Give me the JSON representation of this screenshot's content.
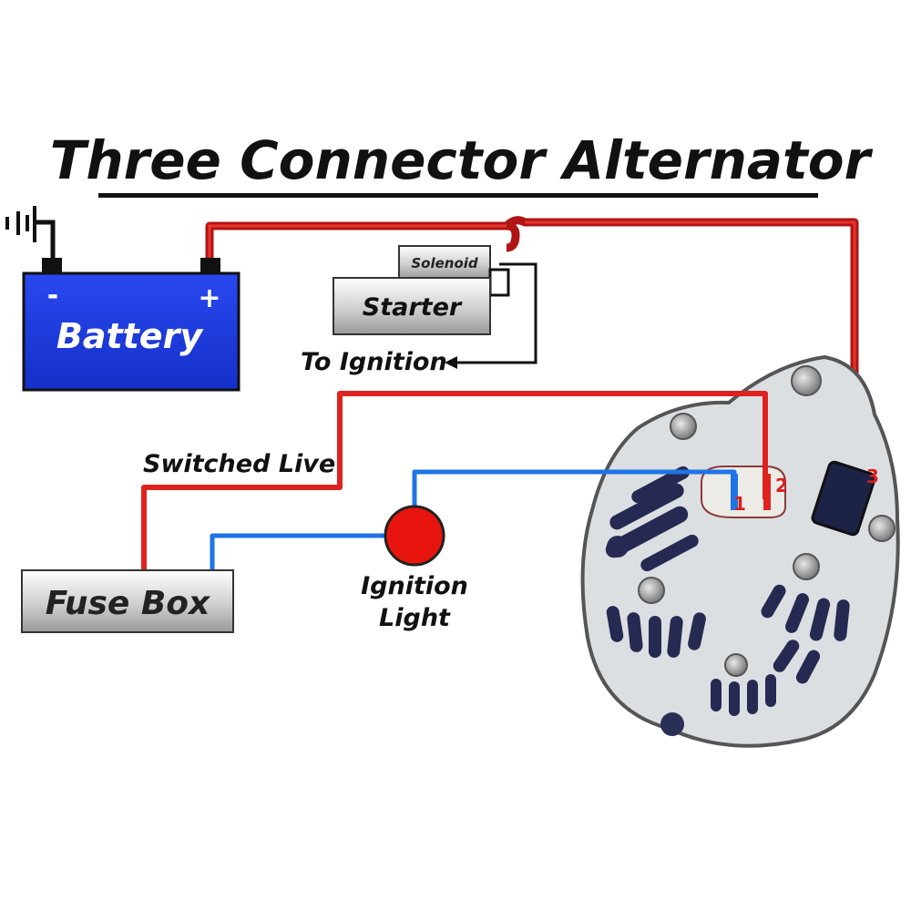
{
  "title": "Three Connector Alternator",
  "battery": {
    "label": "Battery",
    "neg": "-",
    "pos": "+"
  },
  "solenoid": {
    "label": "Solenoid"
  },
  "starter": {
    "label": "Starter"
  },
  "to_ignition": {
    "label": "To Ignition"
  },
  "switched_live": {
    "label": "Switched Live"
  },
  "fuse_box": {
    "label": "Fuse Box"
  },
  "ignition_light": {
    "line1": "Ignition",
    "line2": "Light"
  },
  "alternator": {
    "pin1": "1",
    "pin2": "2",
    "pin3": "3"
  },
  "colors": {
    "live_wire": "#e0221f",
    "signal_wire": "#1f74e6",
    "battery_body": "#1e3ee8",
    "ignition_lamp": "#e8150f",
    "alternator_body": "#d8dcdf"
  }
}
